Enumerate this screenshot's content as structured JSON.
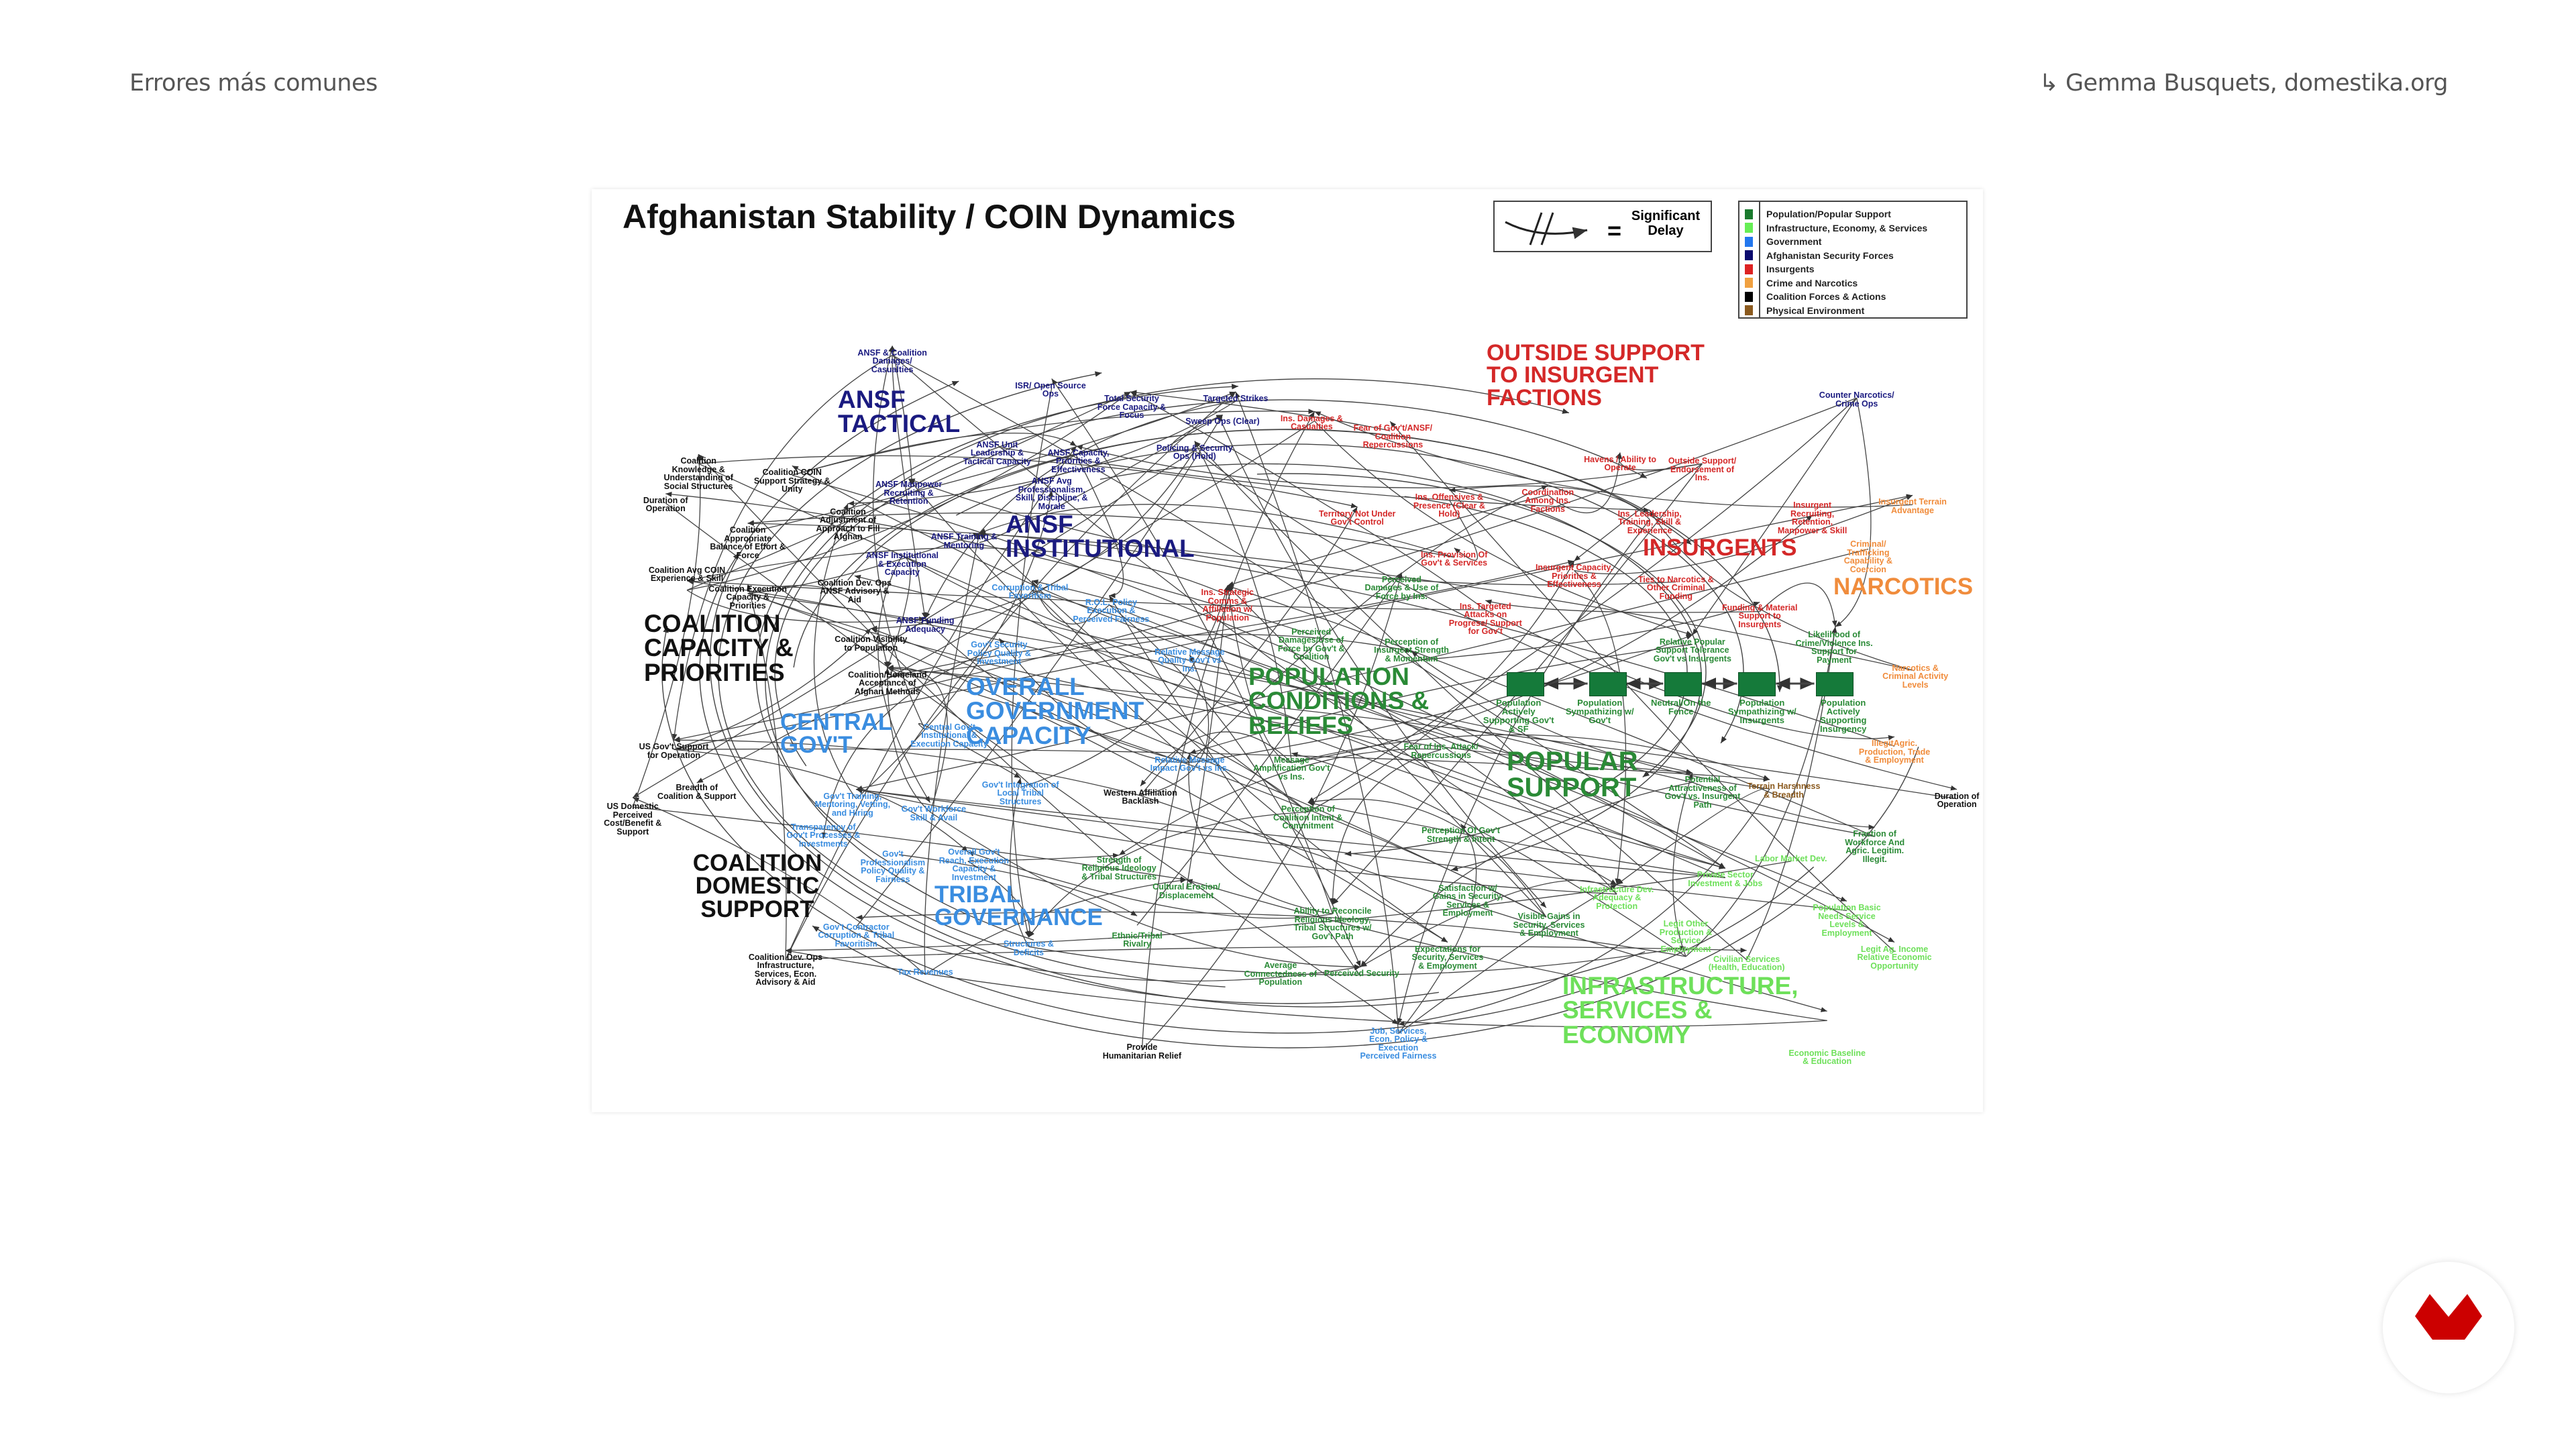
{
  "header": {
    "left_title": "Errores más comunes",
    "credit_icon": "return-arrow-icon",
    "credit": "Gemma Busquets, domestika.org"
  },
  "diagram": {
    "title": "Afghanistan Stability / COIN Dynamics",
    "delay_legend": {
      "symbol": "=",
      "label": "Significant Delay"
    },
    "legend": [
      {
        "label": "Population/Popular Support",
        "color": "#1a7a2e"
      },
      {
        "label": "Infrastructure, Economy, & Services",
        "color": "#66ee55"
      },
      {
        "label": "Government",
        "color": "#2277ee"
      },
      {
        "label": "Afghanistan Security Forces",
        "color": "#0a0a6e"
      },
      {
        "label": "Insurgents",
        "color": "#dd2222"
      },
      {
        "label": "Crime and Narcotics",
        "color": "#f0a040"
      },
      {
        "label": "Coalition Forces & Actions",
        "color": "#000000"
      },
      {
        "label": "Physical Environment",
        "color": "#8b5a1e"
      }
    ],
    "clusters": {
      "ansf_tactical": "ANSF TACTICAL",
      "ansf_institutional": "ANSF INSTITUTIONAL",
      "outside_support": "OUTSIDE SUPPORT TO INSURGENT FACTIONS",
      "insurgents": "INSURGENTS",
      "narcotics": "NARCOTICS",
      "coalition_capacity": "COALITION CAPACITY & PRIORITIES",
      "overall_gov": "OVERALL GOVERNMENT CAPACITY",
      "central_gov": "CENTRAL GOV'T",
      "population_conditions": "POPULATION CONDITIONS & BELIEFS",
      "popular_support": "POPULAR SUPPORT",
      "coalition_domestic": "COALITION DOMESTIC SUPPORT",
      "tribal_governance": "TRIBAL GOVERNANCE",
      "infrastructure": "INFRASTRUCTURE, SERVICES & ECONOMY"
    },
    "stocks": [
      "Population Actively Supporting Gov't & SF",
      "Population Sympathizing w/ Gov't",
      "Neutral/On the Fence",
      "Population Sympathizing w/ Insurgents",
      "Population Actively Supporting Insurgency"
    ],
    "nodes": [
      {
        "t": "ANSF & Coalition Damages/ Casualties",
        "g": "ansf"
      },
      {
        "t": "ISR/ Open Source Ops",
        "g": "ansf"
      },
      {
        "t": "Total Security Force Capacity & Focus",
        "g": "ansf"
      },
      {
        "t": "Targeted Strikes",
        "g": "ansf"
      },
      {
        "t": "Sweep Ops (Clear)",
        "g": "ansf"
      },
      {
        "t": "Policing & Security Ops (Hold)",
        "g": "ansf"
      },
      {
        "t": "ANSF Unit Leadership & Tactical Capacity",
        "g": "ansf"
      },
      {
        "t": "ANSF Capacity, Priorities & Effectiveness",
        "g": "ansf"
      },
      {
        "t": "ANSF Manpower Recruiting & Retention",
        "g": "ansf"
      },
      {
        "t": "ANSF Avg Professionalism, Skill, Discipline, & Morale",
        "g": "ansf"
      },
      {
        "t": "ANSF Institutional & Execution Capacity",
        "g": "ansf"
      },
      {
        "t": "ANSF Training & Mentoring",
        "g": "ansf"
      },
      {
        "t": "ANSF Funding Adequacy",
        "g": "ansf"
      },
      {
        "t": "Coalition Knowledge & Understanding of Social Structures",
        "g": "coal"
      },
      {
        "t": "Coalition COIN Support Strategy & Unity",
        "g": "coal"
      },
      {
        "t": "Duration of Operation",
        "g": "coal"
      },
      {
        "t": "Coalition Adjustment of Approach to Fill Afghan",
        "g": "coal"
      },
      {
        "t": "Coalition Appropriate Balance of Effort & Force",
        "g": "coal"
      },
      {
        "t": "Coalition Avg COIN Experience & Skill",
        "g": "coal"
      },
      {
        "t": "Coalition Execution Capacity & Priorities",
        "g": "coal"
      },
      {
        "t": "Coalition Dev. Ops ANSF Advisory & Aid",
        "g": "coal"
      },
      {
        "t": "Coalition Visibility to Population",
        "g": "coal"
      },
      {
        "t": "Coalition/Homeland Acceptance of Afghan Methods",
        "g": "coal"
      },
      {
        "t": "US Gov't Support for Operation",
        "g": "coal"
      },
      {
        "t": "Breadth of Coalition & Support",
        "g": "coal"
      },
      {
        "t": "US Domestic Perceived Cost/Benefit & Support",
        "g": "coal"
      },
      {
        "t": "Provide Humanitarian Relief",
        "g": "coal"
      },
      {
        "t": "Duration of Operation",
        "g": "coal"
      },
      {
        "t": "Ins. Damages & Casualties",
        "g": "ins"
      },
      {
        "t": "Fear of Gov't/ANSF/ Coalition Repercussions",
        "g": "ins"
      },
      {
        "t": "Territory Not Under Gov't Control",
        "g": "ins"
      },
      {
        "t": "Ins. Offensives & Presence (Clear & Hold)",
        "g": "ins"
      },
      {
        "t": "Havens / Ability to Operate",
        "g": "ins"
      },
      {
        "t": "Outside Support/ Endorsement of Ins.",
        "g": "ins"
      },
      {
        "t": "Coordination Among Ins. Factions",
        "g": "ins"
      },
      {
        "t": "Ins. Leadership, Training, Skill & Experience",
        "g": "ins"
      },
      {
        "t": "Insurgent Recruiting, Retention, Manpower & Skill",
        "g": "ins"
      },
      {
        "t": "Ins. Provision Of Gov't & Services",
        "g": "ins"
      },
      {
        "t": "Insurgent Capacity, Priorities & Effectiveness",
        "g": "ins"
      },
      {
        "t": "Ties to Narcotics & Other Criminal Funding",
        "g": "ins"
      },
      {
        "t": "Ins. Strategic Comms & Affiliation w/ Population",
        "g": "ins"
      },
      {
        "t": "Ins. Targeted Attacks on Progress/ Support for Gov't",
        "g": "ins"
      },
      {
        "t": "Funding & Material Support to Insurgents",
        "g": "ins"
      },
      {
        "t": "Insurgent Terrain Advantage",
        "g": "narc"
      },
      {
        "t": "Criminal/ Trafficking Capability & Coercion",
        "g": "narc"
      },
      {
        "t": "Narcotics & Criminal Activity Levels",
        "g": "narc"
      },
      {
        "t": "IllegitAgric. Production, Trade & Employment",
        "g": "narc"
      },
      {
        "t": "Counter Narcotics/ Crime Ops",
        "g": "ansf"
      },
      {
        "t": "Perceived Damages/Use of Force by Gov't & Coalition",
        "g": "pop"
      },
      {
        "t": "Perceived Damages & Use of Force by Ins.",
        "g": "pop"
      },
      {
        "t": "Perception of Insurgent Strength & Momentum",
        "g": "pop"
      },
      {
        "t": "Relative Popular Support Tolerance Gov't vs Insurgents",
        "g": "pop"
      },
      {
        "t": "Likelihood of Crime/Violence Ins. Support for Payment",
        "g": "pop"
      },
      {
        "t": "Potential Attractiveness of Gov't vs. Insurgent Path",
        "g": "pop"
      },
      {
        "t": "Fear of Ins. Attack/ Repercussions",
        "g": "pop"
      },
      {
        "t": "Perception Of Gov't Strength & Intent",
        "g": "pop"
      },
      {
        "t": "Satisfaction w/ Gains in Security, Services & Employment",
        "g": "pop"
      },
      {
        "t": "Expectations for Security, Services & Employment",
        "g": "pop"
      },
      {
        "t": "Visible Gains in Security, Services & Employment",
        "g": "pop"
      },
      {
        "t": "Ability to Reconcile Religious Ideology, Tribal Structures w/ Gov't Path",
        "g": "pop"
      },
      {
        "t": "Strength of Religious Ideology & Tribal Structures",
        "g": "pop"
      },
      {
        "t": "Cultural Erosion/ Displacement",
        "g": "pop"
      },
      {
        "t": "Ethnic/Tribal Rivalry",
        "g": "pop"
      },
      {
        "t": "Average Connectedness of Population",
        "g": "pop"
      },
      {
        "t": "Perceived Security",
        "g": "pop"
      },
      {
        "t": "Perception of Coalition Intent & Commitment",
        "g": "pop"
      },
      {
        "t": "Message Amplification Gov't vs Ins.",
        "g": "pop"
      },
      {
        "t": "Western Affiliation Backlash",
        "g": "coal"
      },
      {
        "t": "Fraction of Workforce And Agric. Legitim. Illegit.",
        "g": "pop"
      },
      {
        "t": "Terrain Harshness & Breadth",
        "g": "env"
      },
      {
        "t": "Relative Message Quality Gov't vs Ins.",
        "g": "gov"
      },
      {
        "t": "Relative Message Impact Gov't vs Ins.",
        "g": "gov"
      },
      {
        "t": "Corruption & Tribal Favoritism",
        "g": "gov"
      },
      {
        "t": "R.O.L. Policy Execution & Perceived Fairness",
        "g": "gov"
      },
      {
        "t": "Gov't Security Policy Quality & Investment",
        "g": "gov"
      },
      {
        "t": "Central Gov't Institutional & Execution Capacity",
        "g": "gov"
      },
      {
        "t": "Gov't Training, Mentoring, Vetting, and Hiring",
        "g": "gov"
      },
      {
        "t": "Gov't Workforce Skill & Avail",
        "g": "gov"
      },
      {
        "t": "Gov't Integration of Local Tribal Structures",
        "g": "gov"
      },
      {
        "t": "Transparency of Gov't Processes & Investments",
        "g": "gov"
      },
      {
        "t": "Gov't Professionalism Policy Quality & Fairness",
        "g": "gov"
      },
      {
        "t": "Overall Gov't Reach, Execution Capacity & Investment",
        "g": "gov"
      },
      {
        "t": "Gov't Contractor Corruption & Tribal Favoritism",
        "g": "gov"
      },
      {
        "t": "Tax Revenues",
        "g": "gov"
      },
      {
        "t": "Job, Services, Econ. Policy & Execution Perceived Fairness",
        "g": "gov"
      },
      {
        "t": "Structures & Deficits",
        "g": "gov"
      },
      {
        "t": "Infrastructure Dev. Adequacy & Protection",
        "g": "inf"
      },
      {
        "t": "Private Sector Investment & Jobs",
        "g": "inf"
      },
      {
        "t": "Labor Market Dev.",
        "g": "inf"
      },
      {
        "t": "Legit Other Production & Service Employment",
        "g": "inf"
      },
      {
        "t": "Civilian Services (Health, Education)",
        "g": "inf"
      },
      {
        "t": "Population Basic Needs Service Levels & Employment",
        "g": "inf"
      },
      {
        "t": "Legit Ag. Income Relative Economic Opportunity",
        "g": "inf"
      },
      {
        "t": "Economic Baseline & Education",
        "g": "inf"
      },
      {
        "t": "Coalition Dev. Ops Infrastructure, Services, Econ. Advisory & Aid",
        "g": "coal"
      }
    ],
    "group_colors": {
      "ansf": "#1a1a80",
      "coal": "#111111",
      "ins": "#d42828",
      "narc": "#f08c3c",
      "pop": "#2a8a36",
      "gov": "#3a8de0",
      "inf": "#6ee05a",
      "env": "#8b5a1e"
    }
  },
  "logo": {
    "name": "domestika-logo",
    "color": "#cc0000"
  }
}
